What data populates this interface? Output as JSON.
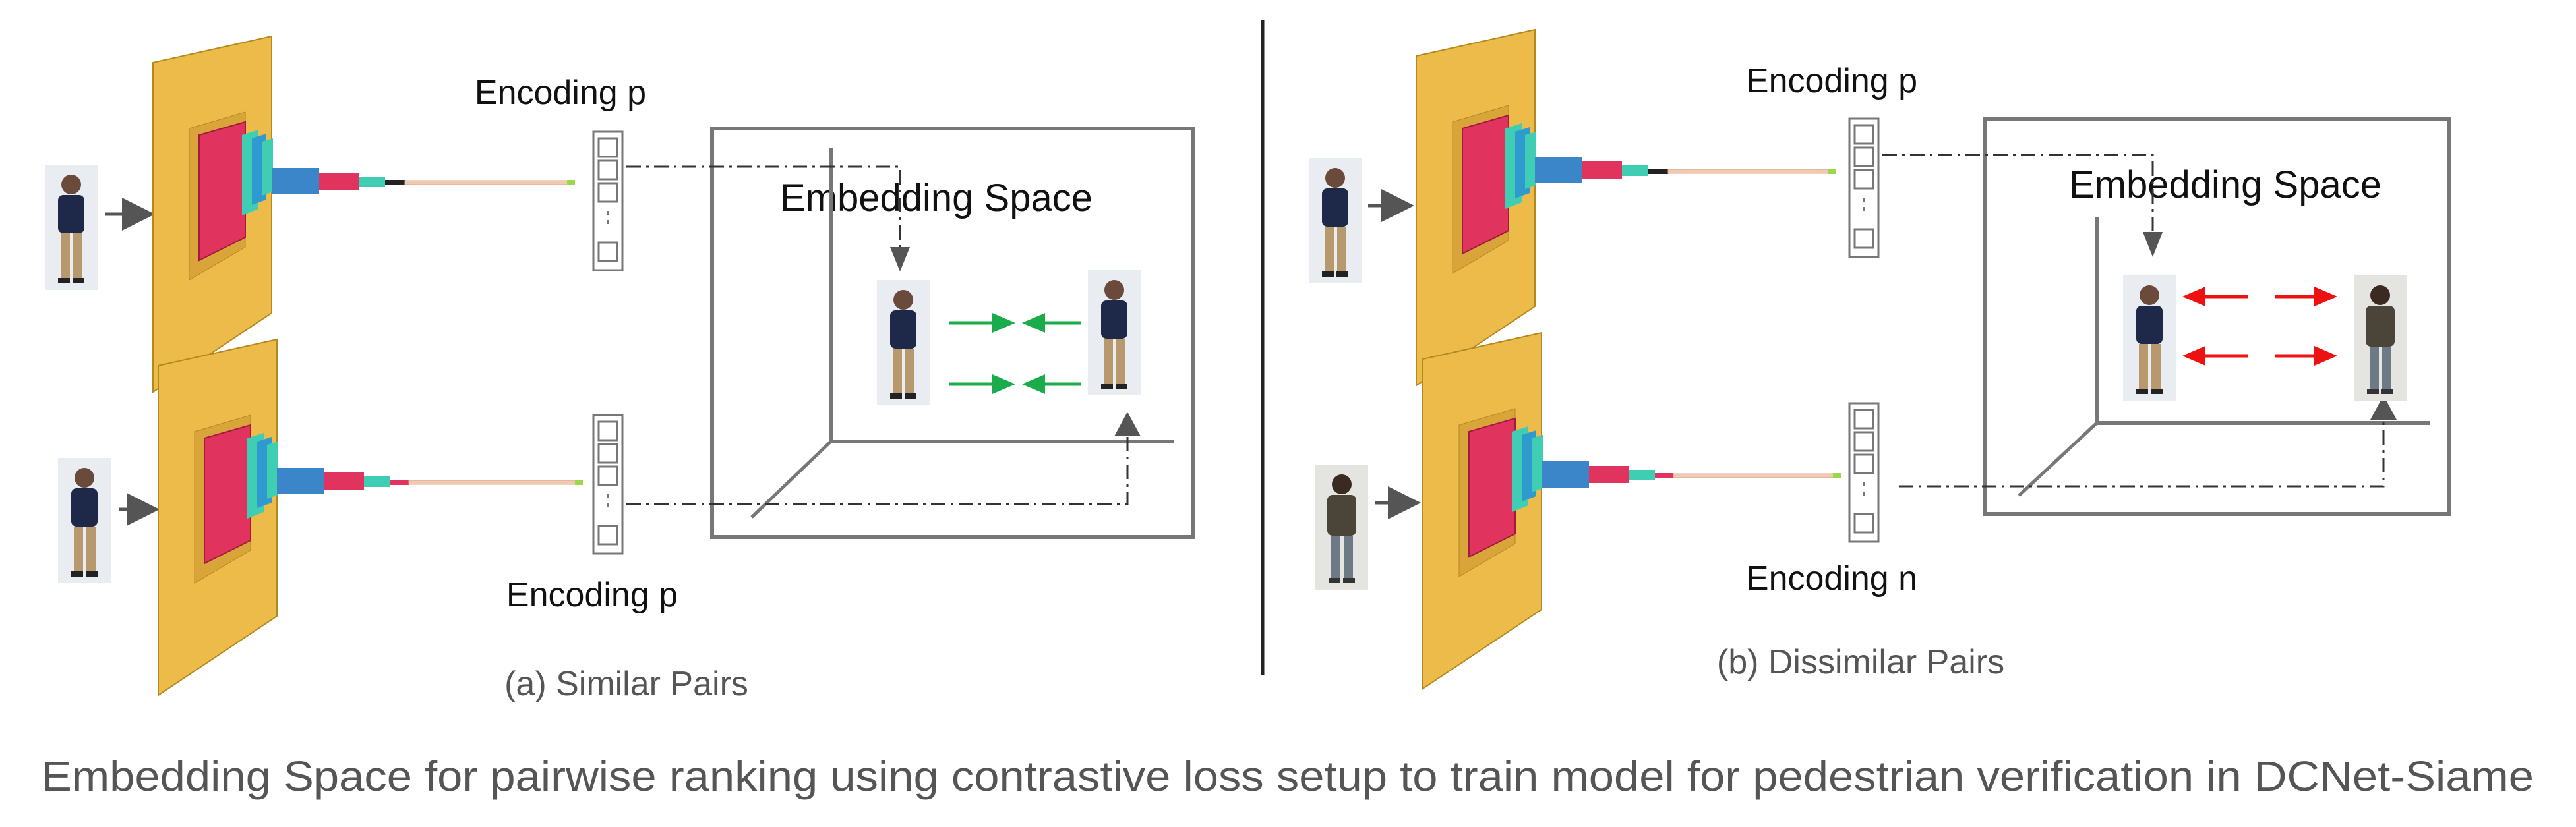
{
  "panel_a": {
    "caption": "(a) Similar Pairs",
    "encoding_top": "Encoding p",
    "encoding_bottom": "Encoding p",
    "space_title": "Embedding Space"
  },
  "panel_b": {
    "caption": "(b) Dissimilar Pairs",
    "encoding_top": "Encoding p",
    "encoding_bottom": "Encoding n",
    "space_title": "Embedding Space"
  },
  "figure_caption": "Embedding Space for pairwise ranking using contrastive loss setup to train model for pedestrian verification in DCNet-Siame",
  "colors": {
    "net_frame": "#ecbb4a",
    "net_core": "#e0345e",
    "net_cyan": "#3fcdb4",
    "net_blue": "#3a86c8",
    "fc_line": "#f3c8b0",
    "arrow_similar": "#1aac4a",
    "arrow_dissimilar": "#ee1111",
    "frame": "#777777"
  }
}
